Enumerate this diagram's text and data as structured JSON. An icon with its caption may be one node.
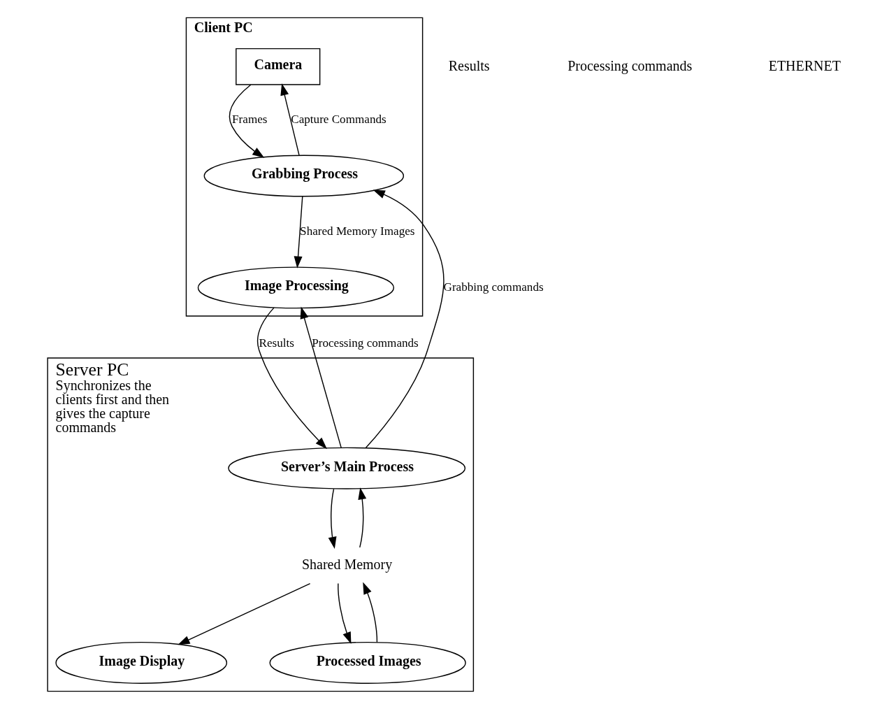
{
  "diagram": {
    "nodes": [
      {
        "text": [
          "Client PC"
        ]
      },
      {
        "text": [
          "Camera"
        ],
        "in": 0
      },
      {
        "text": [
          "Grabbing Process"
        ],
        "in": 0
      },
      {
        "text": [
          "Image Processing"
        ],
        "in": 0
      },
      {
        "text": [
          "Server PC",
          "Synchronizes the clients first and then gives the capture commands"
        ]
      },
      {
        "text": [
          "Server’s Main Process"
        ],
        "in": 4
      },
      {
        "text": [
          "Shared Memory"
        ],
        "in": 4
      },
      {
        "text": [
          "Image Display"
        ],
        "in": 4
      },
      {
        "text": [
          "Processed Images"
        ],
        "in": 4
      }
    ],
    "edges": [
      {
        "from": 1,
        "to": 2,
        "arrow": "to",
        "label": "Frames"
      },
      {
        "from": 2,
        "to": 1,
        "arrow": "to",
        "label": "Capture Commands"
      },
      {
        "from": 2,
        "to": 3,
        "arrow": "to",
        "label": "Shared Memory Images"
      },
      {
        "from": 5,
        "to": 2,
        "arrow": "to",
        "label": "Grabbing commands"
      },
      {
        "from": 3,
        "to": 5,
        "arrow": "to",
        "label": "Results"
      },
      {
        "from": 5,
        "to": 3,
        "arrow": "to",
        "label": "Processing commands"
      },
      {
        "from": 5,
        "to": 6,
        "arrow": "to"
      },
      {
        "from": 6,
        "to": 5,
        "arrow": "to"
      },
      {
        "from": 6,
        "to": 7,
        "arrow": "to"
      },
      {
        "from": 6,
        "to": 8,
        "arrow": "to"
      },
      {
        "from": 8,
        "to": 6,
        "arrow": "to"
      }
    ],
    "labels": [
      "Results",
      "Processing commands",
      "ETHERNET"
    ]
  }
}
